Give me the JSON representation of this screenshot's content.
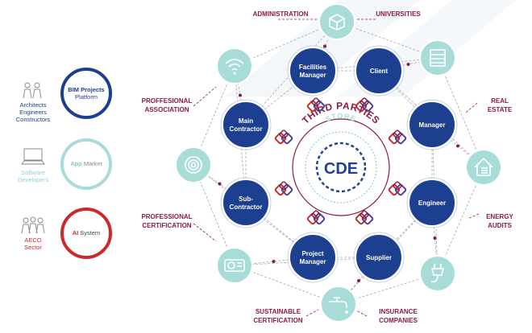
{
  "colors": {
    "navy": "#1d3f8f",
    "teal": "#a8dcd8",
    "maroon": "#8a1c3e",
    "red": "#cc2a2a",
    "cde_blue": "#20409a"
  },
  "legend": [
    {
      "icon": "people-icon",
      "lines": [
        "Architects",
        "Engineers",
        "Constructors"
      ],
      "text_color": "#1d3f8f",
      "ring_color": "#1d3f8f",
      "ring_bold": "BIM Projects",
      "ring_rest": "Platform"
    },
    {
      "icon": "computer-icon",
      "lines": [
        "Software",
        "Developers"
      ],
      "text_color": "#8fd3cf",
      "ring_color": "#a8dcd8",
      "ring_bold": "App",
      "ring_rest": " Market"
    },
    {
      "icon": "crowd-icon",
      "lines": [
        "AECO",
        "Sector"
      ],
      "text_color": "#cc2a2a",
      "ring_color": "#cc2a2a",
      "ring_bold": "AI",
      "ring_rest": " System"
    }
  ],
  "center": {
    "cde": "CDE",
    "store": "STORE",
    "third_parties": "THIRD PARTIES"
  },
  "roles": [
    "Facilities Manager",
    "Client",
    "Manager",
    "Engineer",
    "Supplier",
    "Project Manager",
    "Sub-Contractor",
    "Main Contractor"
  ],
  "outer_icons": [
    "box-icon",
    "building-icon",
    "house-icon",
    "plug-icon",
    "faucet-icon",
    "air-conditioner-icon",
    "coil-icon",
    "wifi-icon"
  ],
  "outer_labels": {
    "administration": "ADMINISTRATION",
    "universities": "UNIVERSITIES",
    "real_estate": [
      "REAL",
      "ESTATE"
    ],
    "energy_audits": [
      "ENERGY",
      "AUDITS"
    ],
    "insurance": [
      "INSURANCE",
      "COMPANIES"
    ],
    "sustainable": [
      "SUSTAINABLE",
      "CERTIFICATION"
    ],
    "prof_cert": [
      "PROFESSIONAL",
      "CERTIFICATION"
    ],
    "prof_assoc": [
      "PROFFESIONAL",
      "ASSOCIATION"
    ]
  }
}
